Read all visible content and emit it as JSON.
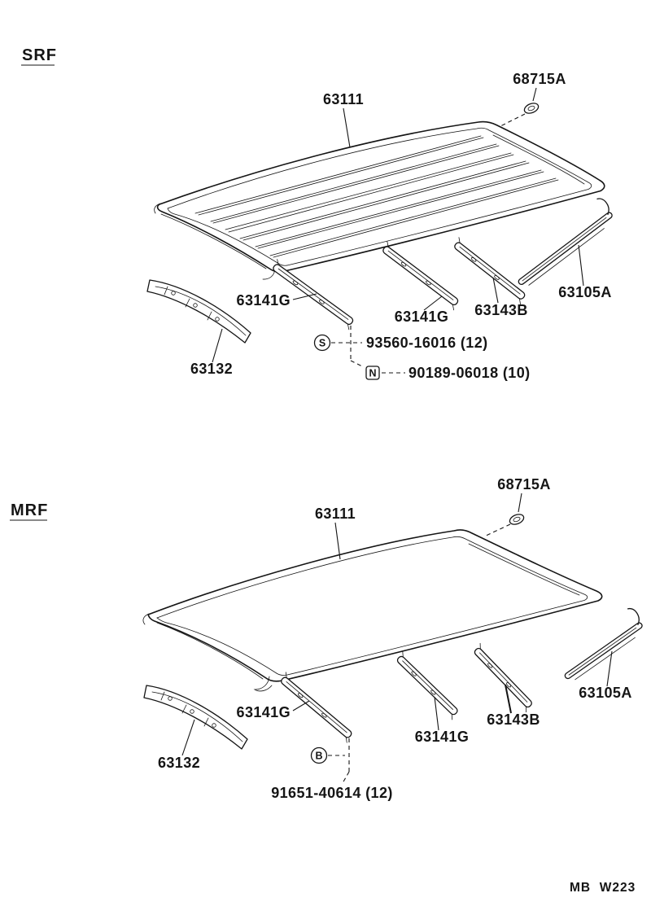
{
  "srf": {
    "section_label": "SRF",
    "labels": {
      "roof_panel": "63111",
      "clip": "68715A",
      "reinforcement_no1": "63141G",
      "reinforcement_no2": "63141G",
      "reinforcement_no3": "63143B",
      "roof_side_rail": "63105A",
      "front_header": "63132",
      "screw_symbol": "S",
      "screw_part_no": "93560-16016 (12)",
      "nut_symbol": "N",
      "nut_part_no": "90189-06018 (10)"
    }
  },
  "mrf": {
    "section_label": "MRF",
    "labels": {
      "roof_panel": "63111",
      "clip": "68715A",
      "reinforcement_no1": "63141G",
      "reinforcement_no2": "63141G",
      "reinforcement_no3": "63143B",
      "roof_side_rail": "63105A",
      "front_header": "63132",
      "bolt_symbol": "B",
      "bolt_part_no": "91651-40614 (12)"
    }
  },
  "footer": {
    "plate_code": "MB  W223"
  }
}
